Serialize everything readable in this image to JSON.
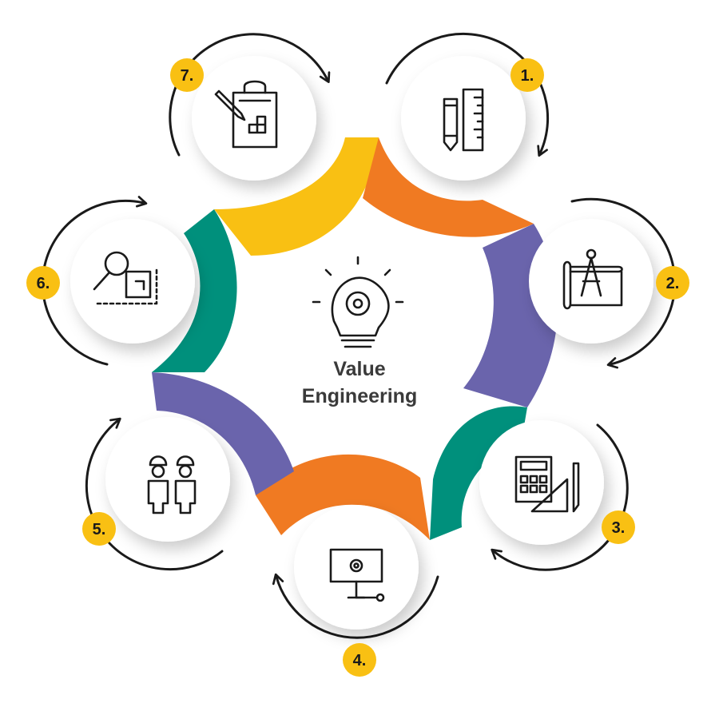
{
  "center": {
    "title_line1": "Value",
    "title_line2": "Engineering",
    "icon": "lightbulb-gear-icon"
  },
  "steps": [
    {
      "label": "1.",
      "icon": "pencil-ruler-icon"
    },
    {
      "label": "2.",
      "icon": "compass-blueprint-icon"
    },
    {
      "label": "3.",
      "icon": "calculator-setsquare-icon"
    },
    {
      "label": "4.",
      "icon": "monitor-gear-icon"
    },
    {
      "label": "5.",
      "icon": "engineers-icon"
    },
    {
      "label": "6.",
      "icon": "magnifier-plan-icon"
    },
    {
      "label": "7.",
      "icon": "clipboard-pencil-icon"
    }
  ],
  "colors": {
    "yellow": "#F9C013",
    "orange": "#F07A22",
    "purple": "#6A64AC",
    "teal": "#00907C",
    "badge": "#F9C013",
    "stroke": "#1a1a1a"
  }
}
